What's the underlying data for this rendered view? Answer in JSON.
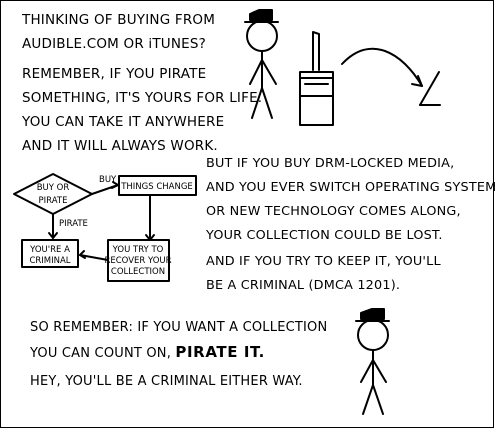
{
  "panel_top": {
    "intro_lines": [
      "THINKING OF BUYING FROM",
      "AUDIBLE.COM OR iTUNES?"
    ],
    "remember_lines": [
      "REMEMBER, IF YOU PIRATE",
      "SOMETHING, IT'S YOURS FOR LIFE.",
      "YOU CAN TAKE IT ANYWHERE",
      "AND IT WILL ALWAYS WORK."
    ]
  },
  "flowchart": {
    "decision_lines": [
      "BUY OR",
      "PIRATE"
    ],
    "buy_label": "BUY",
    "things_change": "THINGS CHANGE",
    "pirate_label": "PIRATE",
    "criminal_lines": [
      "YOU'RE A",
      "CRIMINAL"
    ],
    "recover_lines": [
      "YOU TRY TO",
      "RECOVER YOUR",
      "COLLECTION"
    ]
  },
  "panel_middle": {
    "drm_lines": [
      "BUT IF YOU BUY DRM-LOCKED MEDIA,",
      "AND YOU EVER SWITCH OPERATING SYSTEMS",
      "OR NEW TECHNOLOGY COMES ALONG,",
      "YOUR COLLECTION COULD BE LOST."
    ],
    "keep_lines": [
      "AND IF YOU TRY TO KEEP IT, YOU'LL",
      "BE A CRIMINAL (DMCA 1201)."
    ]
  },
  "panel_bottom": {
    "remember_prefix": "SO REMEMBER:  IF YOU WANT A COLLECTION",
    "countable_prefix": "YOU CAN COUNT ON,",
    "pirate_it": "PIRATE IT.",
    "either_way": "HEY, YOU'LL BE A CRIMINAL EITHER WAY."
  }
}
